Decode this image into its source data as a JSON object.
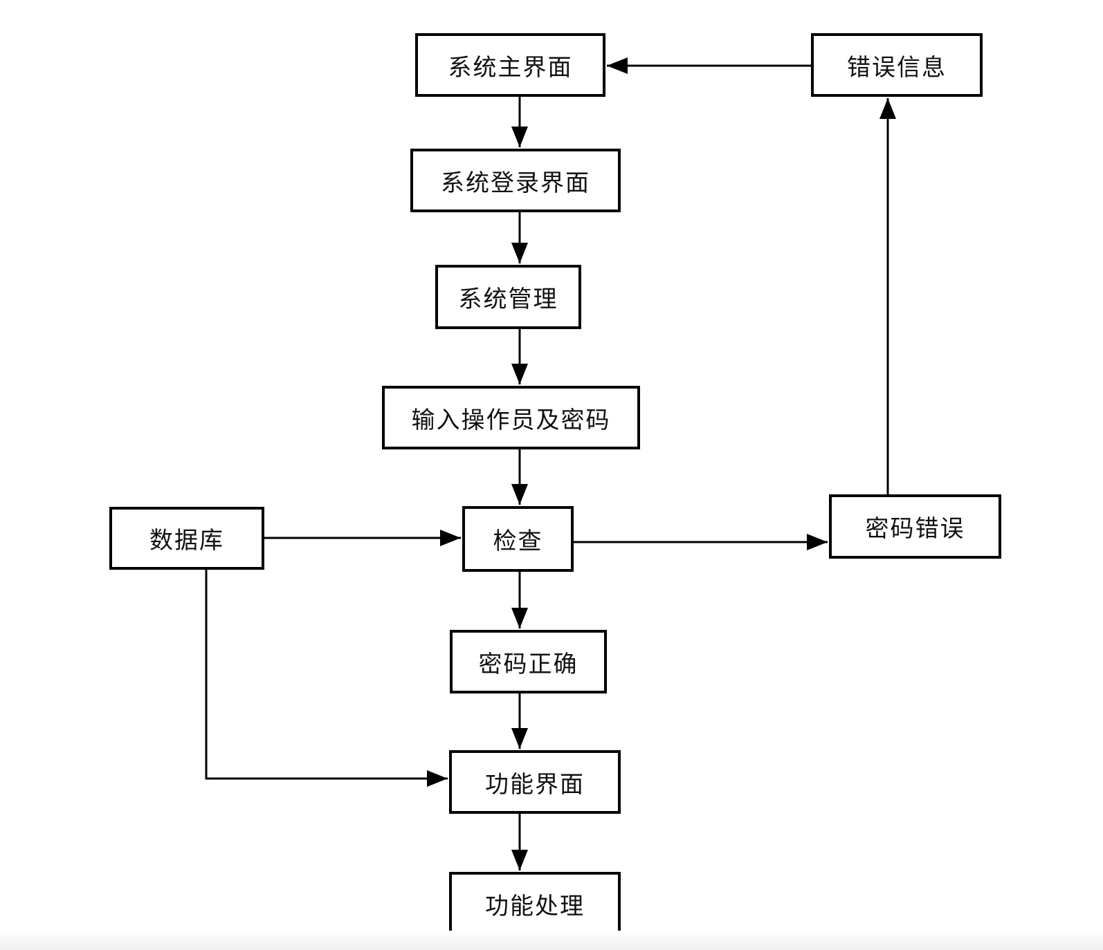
{
  "diagram": {
    "type": "flowchart",
    "background_color": "#ffffff",
    "line_color": "#000000",
    "nodes": [
      {
        "id": "system-main",
        "label": "系统主界面"
      },
      {
        "id": "error-info",
        "label": "错误信息"
      },
      {
        "id": "system-login",
        "label": "系统登录界面"
      },
      {
        "id": "system-mgmt",
        "label": "系统管理"
      },
      {
        "id": "input-op-pwd",
        "label": "输入操作员及密码"
      },
      {
        "id": "check",
        "label": "检查"
      },
      {
        "id": "database",
        "label": "数据库"
      },
      {
        "id": "password-wrong",
        "label": "密码错误"
      },
      {
        "id": "password-correct",
        "label": "密码正确"
      },
      {
        "id": "function-ui",
        "label": "功能界面"
      },
      {
        "id": "function-process",
        "label": "功能处理"
      }
    ],
    "edges": [
      {
        "from": "system-main",
        "to": "system-login",
        "direction": "down"
      },
      {
        "from": "system-login",
        "to": "system-mgmt",
        "direction": "down"
      },
      {
        "from": "system-mgmt",
        "to": "input-op-pwd",
        "direction": "down"
      },
      {
        "from": "input-op-pwd",
        "to": "check",
        "direction": "down"
      },
      {
        "from": "database",
        "to": "check",
        "direction": "right"
      },
      {
        "from": "check",
        "to": "password-wrong",
        "direction": "right"
      },
      {
        "from": "password-wrong",
        "to": "error-info",
        "direction": "up"
      },
      {
        "from": "error-info",
        "to": "system-main",
        "direction": "left"
      },
      {
        "from": "check",
        "to": "password-correct",
        "direction": "down"
      },
      {
        "from": "password-correct",
        "to": "function-ui",
        "direction": "down"
      },
      {
        "from": "database",
        "to": "function-ui",
        "direction": "down-right"
      },
      {
        "from": "function-ui",
        "to": "function-process",
        "direction": "down"
      }
    ]
  }
}
